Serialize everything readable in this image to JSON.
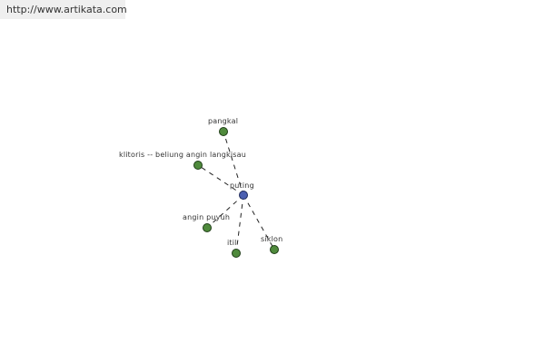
{
  "header": {
    "url": "http://www.artikata.com"
  },
  "diagram": {
    "center": {
      "id": "center",
      "label": "puting"
    },
    "nodes": [
      {
        "id": "pangkal",
        "label": "pangkal"
      },
      {
        "id": "klitoris",
        "label": "klitoris -- beliung angin langkisau"
      },
      {
        "id": "angin-puyuh",
        "label": "angin puyuh"
      },
      {
        "id": "itil",
        "label": "itil"
      },
      {
        "id": "siklon",
        "label": "siklon"
      }
    ],
    "colors": {
      "center": "#4b5fb0",
      "leaf": "#4f8a3c",
      "edge": "#222222"
    }
  }
}
